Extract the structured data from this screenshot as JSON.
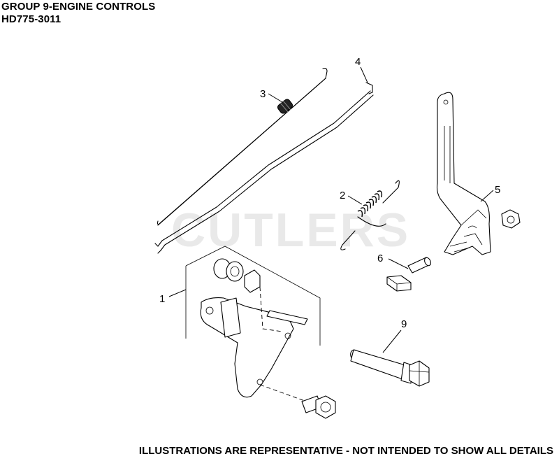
{
  "header": {
    "group_title": "GROUP 9-ENGINE CONTROLS",
    "model_number": "HD775-3011"
  },
  "watermark": "CUTLERS",
  "callouts": [
    {
      "label": "1"
    },
    {
      "label": "2"
    },
    {
      "label": "3"
    },
    {
      "label": "4"
    },
    {
      "label": "5"
    },
    {
      "label": "6"
    },
    {
      "label": "9"
    }
  ],
  "footer": {
    "disclaimer": "ILLUSTRATIONS ARE REPRESENTATIVE - NOT INTENDED TO SHOW ALL DETAILS"
  }
}
